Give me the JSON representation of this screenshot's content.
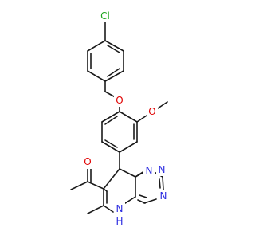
{
  "molecule": {
    "atoms": {
      "cl": {
        "text": "Cl",
        "color": "#1fa51f"
      },
      "o_ether": {
        "text": "O",
        "color": "#e00000"
      },
      "o_methoxy": {
        "text": "O",
        "color": "#e00000"
      },
      "o_carbonyl": {
        "text": "O",
        "color": "#e00000"
      },
      "n_bridge": {
        "text": "N",
        "color": "#2a2ae0"
      },
      "n_top": {
        "text": "N",
        "color": "#2a2ae0"
      },
      "n_right": {
        "text": "N",
        "color": "#2a2ae0"
      },
      "nh_main": {
        "text": "N",
        "color": "#2a2ae0"
      },
      "nh_h": {
        "text": "H",
        "color": "#2a2ae0"
      }
    },
    "colors": {
      "bond": "#1a1a1a",
      "background": "#ffffff"
    }
  }
}
